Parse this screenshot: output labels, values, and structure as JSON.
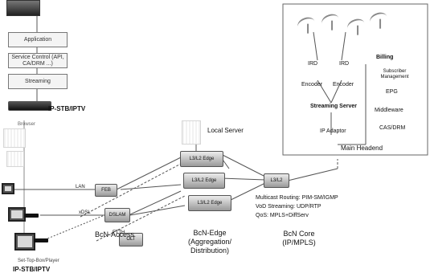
{
  "diagram": {
    "stb_stack": {
      "application": "Application",
      "service_control": "Service Control (API, CA/DRM ...)",
      "streaming": "Streaming"
    },
    "stb_top_label": "IP-STB/IPTV",
    "stb_bottom_label": "IP-STB/IPTV",
    "browser_label": "Browser",
    "local_server_label": "Local Server",
    "main_headend_label": "Main Headend",
    "headend": {
      "ird_left": "IRD",
      "ird_right": "IRD",
      "encoder_left": "Encoder",
      "encoder_right": "Encoder",
      "streaming_server": "Streaming Server",
      "ip_adaptor": "IP Adaptor",
      "billing": "Billing",
      "subscriber_management": "Subscriber Management",
      "epg": "EPG",
      "middleware": "Middleware",
      "cas_drm": "CAS/DRM"
    },
    "devices": {
      "feb": "FEB",
      "dslam": "DSLAM",
      "olt": "OLT",
      "l3l2_top": "L3/L2 Edge",
      "l3l2_mid": "L3/L2 Edge",
      "l3l2_bot": "L3/L2 Edge",
      "l3l2_core": "L3/L2"
    },
    "links": {
      "lan": "LAN",
      "xdsl": "xDSL",
      "ftth": "FTTH"
    },
    "protocols": {
      "multicast": "Multicast Routing: PIM-SM/IGMP",
      "vod": "VoD Streaming: UDP/RTP",
      "qos": "QoS: MPLS+DiffServ"
    },
    "regions": {
      "access": "BcN-Access",
      "edge": "BcN-Edge (Aggregation/ Distribution)",
      "core": "BcN Core (IP/MPLS)"
    },
    "bottom_small_label": "Set-Top-Box/Player"
  }
}
